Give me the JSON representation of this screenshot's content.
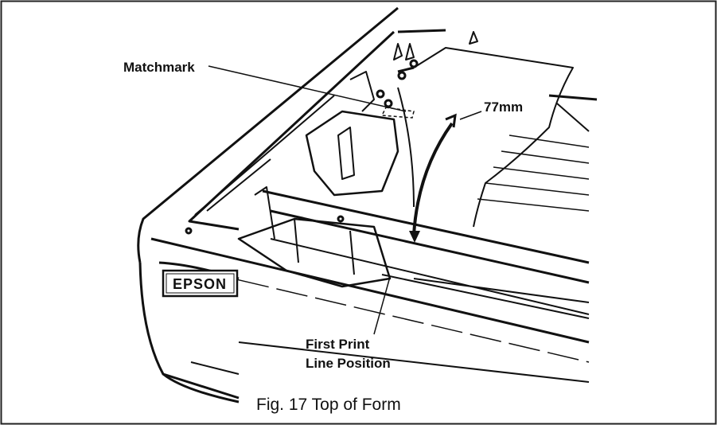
{
  "figure": {
    "caption": "Fig. 17  Top of Form",
    "labels": {
      "matchmark": "Matchmark",
      "distance": "77mm",
      "first_print_line_1": "First Print",
      "first_print_line_2": "Line Position"
    },
    "brand": "EPSON"
  }
}
